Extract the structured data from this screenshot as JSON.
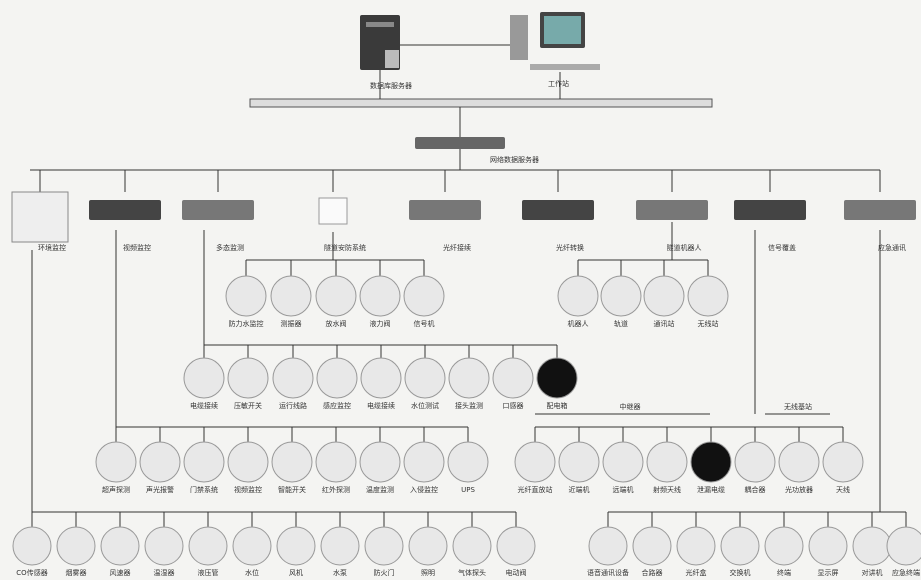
{
  "top": {
    "server_label": "数据库服务器",
    "workstation_label": "工作站"
  },
  "core": {
    "switch_label": "网络数据服务器"
  },
  "devices": [
    {
      "id": "env",
      "label": "环境监控"
    },
    {
      "id": "camera",
      "label": "视频监控"
    },
    {
      "id": "multi",
      "label": "多态监测"
    },
    {
      "id": "safety",
      "label": "隧道安防系统"
    },
    {
      "id": "fiber",
      "label": "光纤接续"
    },
    {
      "id": "fiberswitch",
      "label": "光纤转换"
    },
    {
      "id": "robot",
      "label": "隧道机器人"
    },
    {
      "id": "signal",
      "label": "信号覆盖"
    },
    {
      "id": "emergency",
      "label": "应急通讯"
    }
  ],
  "row1": [
    "防力水监控",
    "测振器",
    "放水阀",
    "液力阀",
    "信号机"
  ],
  "robots": [
    "机器人",
    "轨道",
    "通讯站",
    "无线站"
  ],
  "row2": [
    "电缆接续",
    "压敏开关",
    "运行线路",
    "感应监控",
    "电缆接续",
    "水位测试",
    "接头监测",
    "口感器",
    "配电箱"
  ],
  "row3": [
    "超声探测",
    "声光报警",
    "门禁系统",
    "视频监控",
    "智能开关",
    "红外探测",
    "温度监测",
    "入侵监控",
    "UPS"
  ],
  "row3_right_top": [
    "中继器",
    "无线基站"
  ],
  "row3_right": [
    "光纤直放站",
    "近端机",
    "远端机",
    "射频天线",
    "泄漏电缆",
    "耦合器",
    "光功放器",
    "天线"
  ],
  "row4": [
    "CO传感器",
    "烟雾器",
    "风速器",
    "温湿器",
    "液压管",
    "水位",
    "风机",
    "水泵",
    "防火门",
    "照明",
    "气体探头",
    "电动阀"
  ],
  "row4_right": [
    "语音通讯设备",
    "合路器",
    "光纤盒",
    "交换机",
    "终端",
    "显示屏",
    "对讲机",
    "应急终端"
  ],
  "colors": {
    "line": "#333333",
    "device_dark": "#2a2a2a",
    "device_light": "#d8d8d8",
    "accent": "#cccccc"
  }
}
